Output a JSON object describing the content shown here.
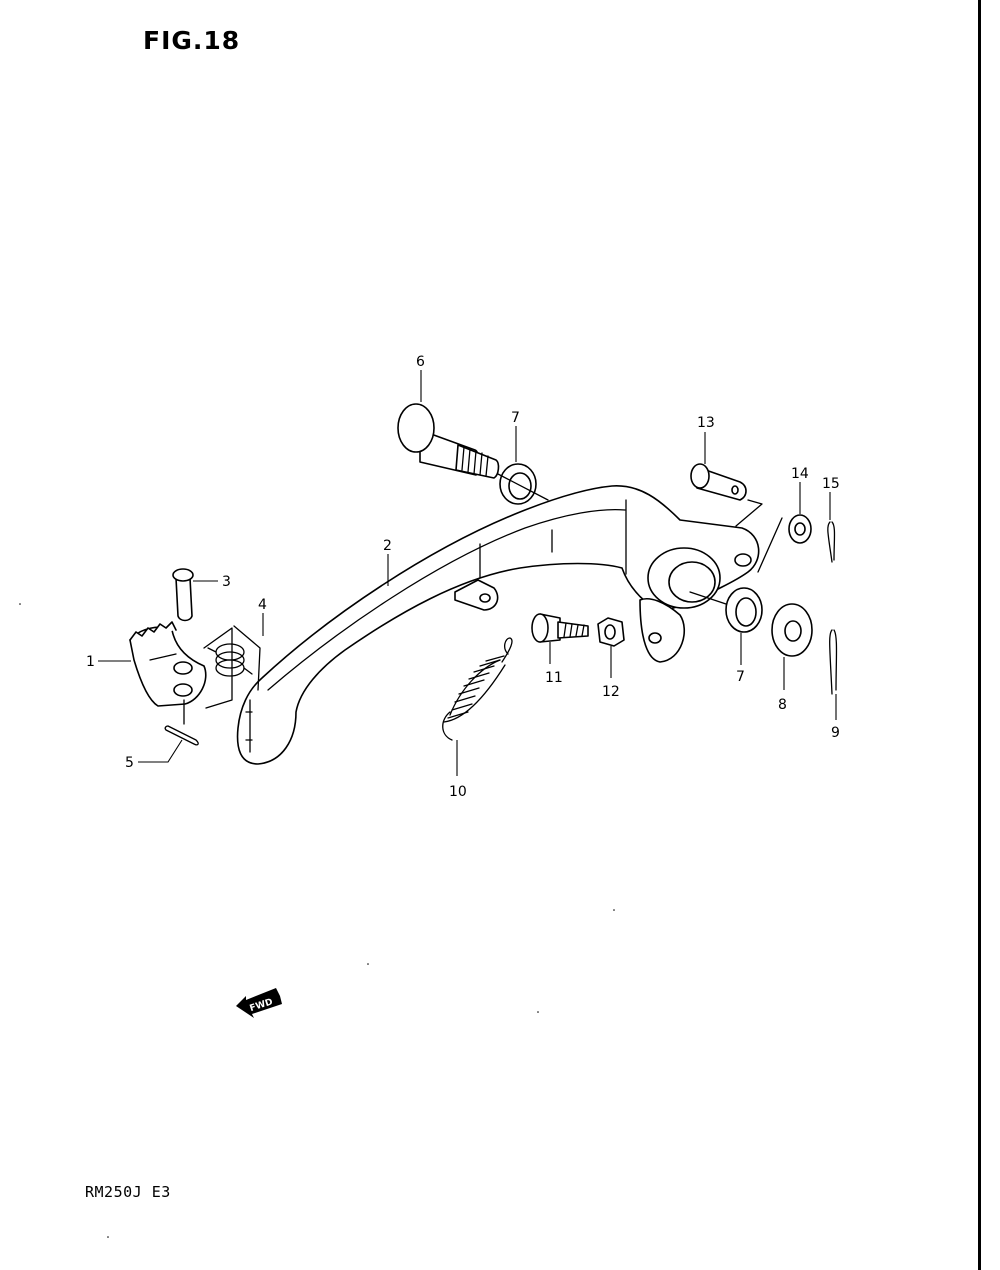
{
  "figure": {
    "title": "FIG.18",
    "model_code": "RM250J E3",
    "fwd_badge": "FWD"
  },
  "parts": [
    {
      "id": "1",
      "name": "brake-pedal-footrest"
    },
    {
      "id": "2",
      "name": "brake-pedal"
    },
    {
      "id": "3",
      "name": "pin"
    },
    {
      "id": "4",
      "name": "spring"
    },
    {
      "id": "5",
      "name": "cotter-pin"
    },
    {
      "id": "6",
      "name": "pedal-pivot-shaft"
    },
    {
      "id": "7",
      "name": "oil-seal-left"
    },
    {
      "id": "7",
      "name": "oil-seal-right"
    },
    {
      "id": "8",
      "name": "washer"
    },
    {
      "id": "9",
      "name": "cotter-pin-long"
    },
    {
      "id": "10",
      "name": "return-spring"
    },
    {
      "id": "11",
      "name": "stopper-bolt"
    },
    {
      "id": "12",
      "name": "nut"
    },
    {
      "id": "13",
      "name": "joint-pin"
    },
    {
      "id": "14",
      "name": "washer-small"
    },
    {
      "id": "15",
      "name": "cotter-pin-small"
    }
  ]
}
